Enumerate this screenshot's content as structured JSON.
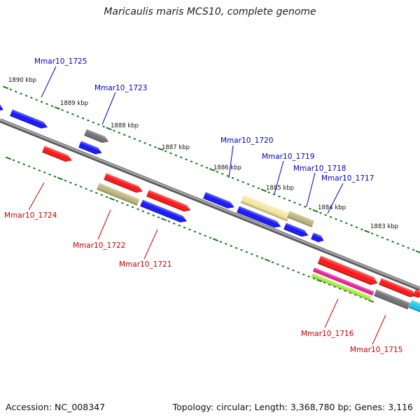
{
  "title": "Maricaulis maris MCS10, complete genome",
  "footer": {
    "accession": "Accession: NC_008347",
    "summary": "Topology: circular; Length: 3,368,780 bp; Genes: 3,116"
  },
  "colors": {
    "backbone": "#8a8a8a",
    "tick": "#1a7a1a",
    "label_top": "#0000c8",
    "label_bottom": "#c80000",
    "red": "#ff1010",
    "blue": "#1010ff",
    "gray": "#6e6e6e",
    "olive": "#bdb47a",
    "pale": "#f4e6a0",
    "magenta": "#f01a9a",
    "lime": "#a8f040",
    "cyan": "#18c8f0"
  },
  "scale_labels": [
    {
      "text": "1890 kbp",
      "kbp": 1890
    },
    {
      "text": "1889 kbp",
      "kbp": 1889
    },
    {
      "text": "1888 kbp",
      "kbp": 1888
    },
    {
      "text": "1887 kbp",
      "kbp": 1887
    },
    {
      "text": "1886 kbp",
      "kbp": 1886
    },
    {
      "text": "1885 kbp",
      "kbp": 1885
    },
    {
      "text": "1884 kbp",
      "kbp": 1884
    },
    {
      "text": "1883 kbp",
      "kbp": 1883
    }
  ],
  "gene_labels": [
    {
      "text": "Mmar10_1725",
      "strand": "top"
    },
    {
      "text": "Mmar10_1723",
      "strand": "top"
    },
    {
      "text": "Mmar10_1720",
      "strand": "top"
    },
    {
      "text": "Mmar10_1719",
      "strand": "top"
    },
    {
      "text": "Mmar10_1718",
      "strand": "top"
    },
    {
      "text": "Mmar10_1717",
      "strand": "top"
    },
    {
      "text": "Mmar10_1724",
      "strand": "bottom"
    },
    {
      "text": "Mmar10_1722",
      "strand": "bottom"
    },
    {
      "text": "Mmar10_1721",
      "strand": "bottom"
    },
    {
      "text": "Mmar10_1716",
      "strand": "bottom"
    },
    {
      "text": "Mmar10_1715",
      "strand": "bottom"
    }
  ]
}
